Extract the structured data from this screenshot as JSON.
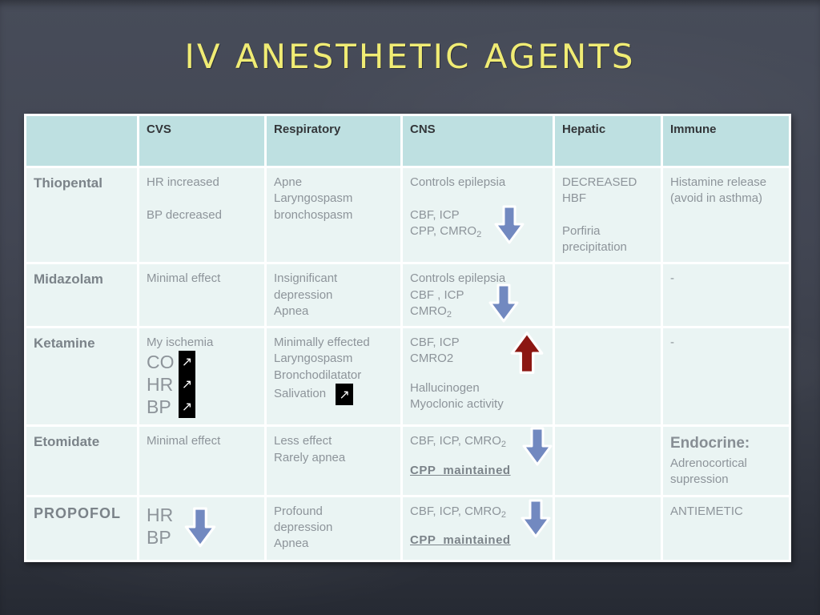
{
  "title": "IV ANESTHETIC AGENTS",
  "colors": {
    "background": "#3f4450",
    "title_text": "#f0ec74",
    "header_bg": "#bee0e1",
    "cell_bg": "#eaf4f3",
    "cell_text": "#8d949a",
    "arrow_blue": "#7289c0",
    "arrow_red": "#8c1712",
    "grid_white": "#ffffff"
  },
  "icons": {
    "ne_arrow_glyph": "↗",
    "blue_down_arrow": "down-arrow",
    "red_up_arrow": "up-arrow"
  },
  "table": {
    "headers": [
      "",
      "CVS",
      "Respiratory",
      "CNS",
      "Hepatic",
      "Immune"
    ],
    "rows": [
      {
        "name": "Thiopental",
        "cvs": "HR increased\n\nBP decreased",
        "respiratory": "Apne\nLaryngospasm\nbronchospasm",
        "cns": {
          "text1": "Controls epilepsia\n\nCBF, ICP",
          "text2": "CPP, CMRO",
          "sub": "2",
          "arrow": "down"
        },
        "hepatic": "DECREASED\nHBF\n\nPorfiria\nprecipitation",
        "immune": "Histamine release\n(avoid in asthma)"
      },
      {
        "name": "Midazolam",
        "cvs": "Minimal effect",
        "respiratory": "Insignificant\ndepression\nApnea",
        "cns": {
          "text1": "Controls epilepsia\nCBF , ICP",
          "text2": "CMRO",
          "sub": "2",
          "arrow": "down"
        },
        "hepatic": "",
        "immune": "-"
      },
      {
        "name": "Ketamine",
        "cvs": {
          "intro": "My ischemia",
          "items": [
            "CO",
            "HR",
            "BP"
          ],
          "item_icon": "ne-arrow"
        },
        "respiratory": {
          "text": "Minimally effected\nLaryngospasm\nBronchodilatator",
          "last": "Salivation",
          "icon": "ne-arrow"
        },
        "cns": {
          "text1": "CBF, ICP\nCMRO2",
          "arrow": "up",
          "text2": "Hallucinogen\nMyoclonic activity"
        },
        "hepatic": "",
        "immune": "-"
      },
      {
        "name": "Etomidate",
        "cvs": "Minimal effect",
        "respiratory": "Less effect\nRarely apnea",
        "cns": {
          "text1": "CBF, ICP, CMRO",
          "sub": "2",
          "arrow": "down",
          "underlined": "CPP  maintained"
        },
        "hepatic": "",
        "immune": {
          "heading": "Endocrine:",
          "text": "Adrenocortical\nsupression"
        }
      },
      {
        "name": "PROPOFOL",
        "cvs": {
          "big": "HR\nBP",
          "arrow": "down"
        },
        "respiratory": "Profound\ndepression\nApnea",
        "cns": {
          "text1": "CBF, ICP, CMRO",
          "sub": "2",
          "arrow": "down",
          "underlined": "CPP  maintained"
        },
        "hepatic": "",
        "immune": "ANTIEMETIC"
      }
    ]
  }
}
